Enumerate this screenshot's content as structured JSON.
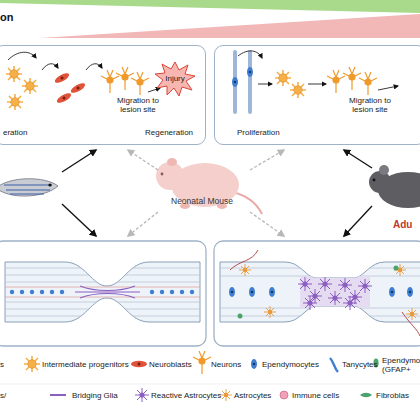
{
  "diagram": {
    "nodes": [
      {
        "text": [
          "eration",
          "Migration to lesion site",
          "Regeneration"
        ]
      },
      {
        "text": [
          "Injury"
        ],
        "in": 0
      },
      {
        "text": [
          "Proliferation",
          "Migration to lesion site"
        ]
      }
    ],
    "labels": [
      "on",
      "Neonatal Mouse",
      "Adu"
    ],
    "legend": [
      {
        "text": "s"
      },
      {
        "text": "Intermediate progenitors"
      },
      {
        "text": "Neuroblasts"
      },
      {
        "text": "Neurons"
      },
      {
        "text": "Ependymocytes"
      },
      {
        "text": "Tanycytes"
      },
      {
        "text": "Ependymo (GFAP+"
      },
      {
        "text": "s/"
      },
      {
        "text": "Bridging Glia"
      },
      {
        "text": "Reactive Astrocytes"
      },
      {
        "text": "Astrocytes"
      },
      {
        "text": "Immune cells"
      },
      {
        "text": "Fibroblas"
      }
    ]
  }
}
